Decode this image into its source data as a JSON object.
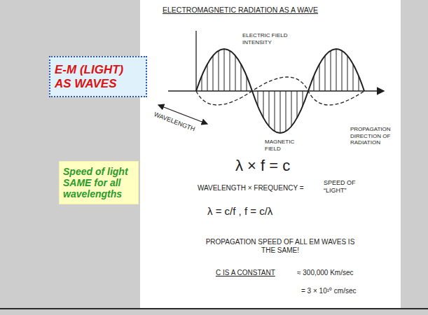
{
  "diagram": {
    "title": "ELECTROMAGNETIC RADIATION AS A WAVE",
    "nodes": [
      {
        "text": [
          "E-M (LIGHT) AS WAVES"
        ]
      },
      {
        "text": [
          "Speed of light SAME for all wavelengths"
        ]
      }
    ],
    "labels": [
      "ELECTRIC FIELD INTENSITY",
      "WAVELENGTH",
      "MAGNETIC FIELD",
      "PROPAGATION DIRECTION OF RADIATION",
      "λ × f = c",
      "WAVELENGTH × FREQUENCY =",
      "SPEED OF “LIGHT”",
      "λ = c/f , f = c/λ",
      "PROPAGATION SPEED OF ALL EM WAVES IS THE SAME!",
      "C IS A CONSTANT",
      "≈ 300,000 Km/sec",
      "= 3 × 10¹⁰ cm/sec"
    ]
  }
}
